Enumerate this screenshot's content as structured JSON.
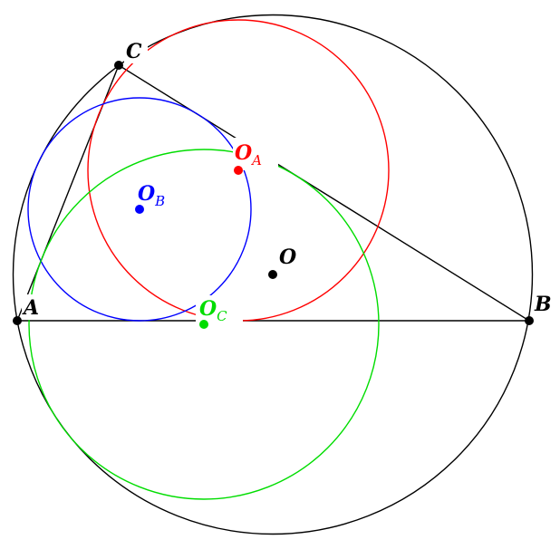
{
  "labels": {
    "A": "A",
    "B": "B",
    "C": "C",
    "O": "O",
    "OA_main": "O",
    "OA_sub": "A",
    "OB_main": "O",
    "OB_sub": "B",
    "OC_main": "O",
    "OC_sub": "C"
  },
  "colors": {
    "circumcircle": "#000000",
    "excircle_A": "#ff0000",
    "excircle_B": "#0000ff",
    "excircle_C": "#00ee00"
  }
}
